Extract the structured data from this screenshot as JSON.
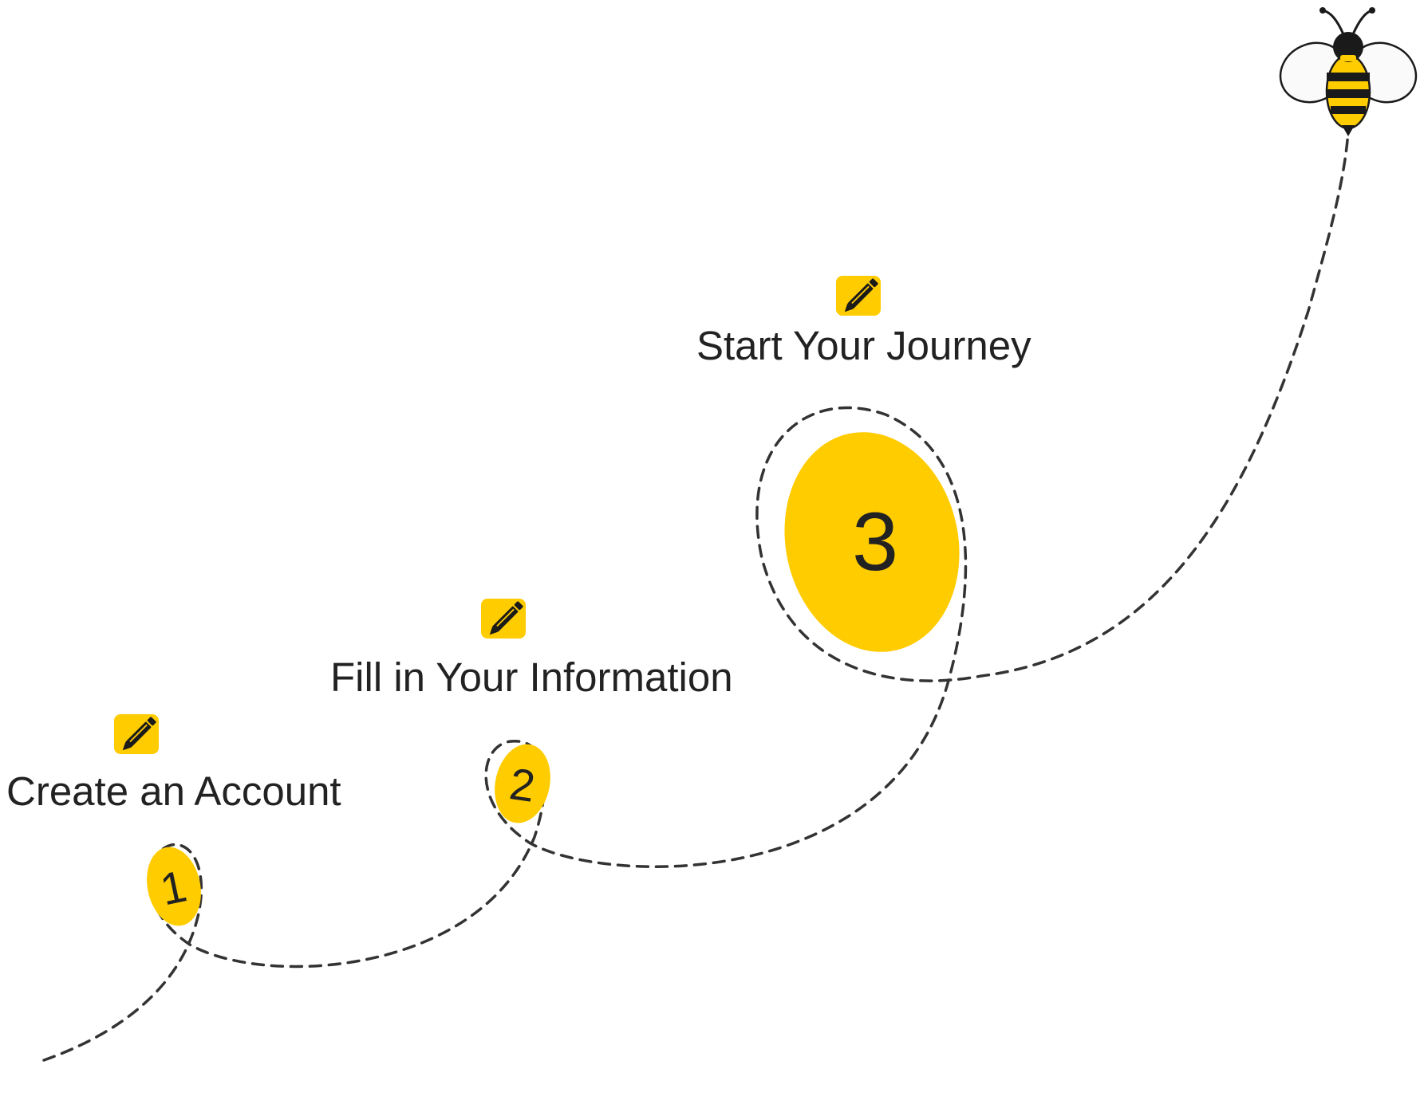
{
  "steps": [
    {
      "number": "1",
      "label": "Create an Account"
    },
    {
      "number": "2",
      "label": "Fill in Your Information"
    },
    {
      "number": "3",
      "label": "Start Your Journey"
    }
  ],
  "icons": {
    "step_icon": "pencil-icon",
    "end_icon": "bee-icon"
  },
  "colors": {
    "accent": "#FFCC00",
    "text": "#222222",
    "path": "#333333"
  }
}
